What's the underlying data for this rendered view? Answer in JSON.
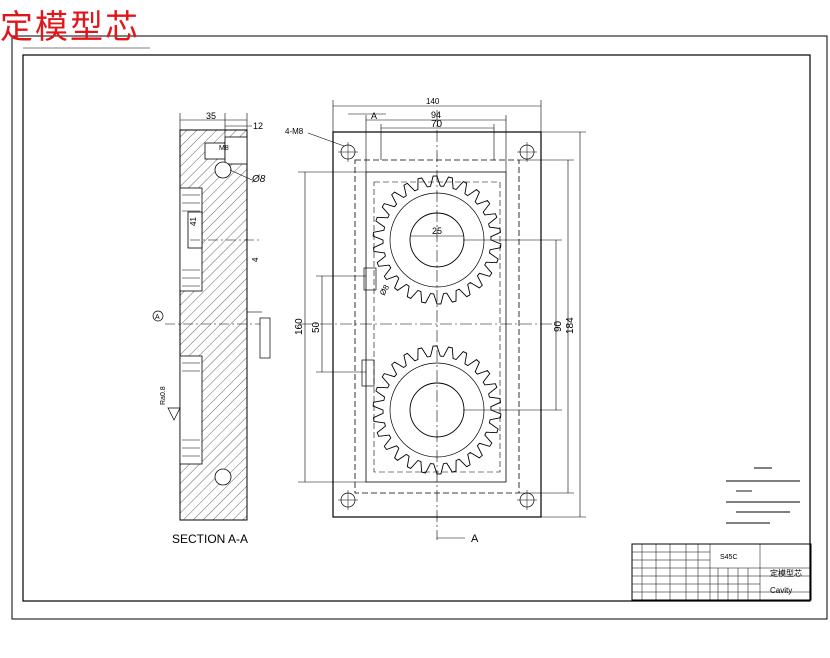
{
  "drawing": {
    "banner_title": "定模型芯",
    "section_label": "SECTION A-A",
    "section_marker": "A",
    "datum_marker": "A",
    "hole_spec": "4-M8",
    "counterbore_label": "M8",
    "title_block": {
      "material_code": "S45C",
      "part_name_cn": "定模型芯",
      "part_name_en": "Cavity"
    },
    "dimensions": {
      "overall_width": "140",
      "width_94": "94",
      "width_70": "70",
      "gear_span": "25",
      "height_160": "160",
      "height_50": "50",
      "height_90": "90",
      "height_184": "184",
      "depth_35": "35",
      "depth_12": "12",
      "dia_8_side": "Ø8",
      "dia_8_hole": "Ø8",
      "dim_41": "41",
      "dim_4": "4",
      "roughness": "Ra0.8"
    }
  }
}
